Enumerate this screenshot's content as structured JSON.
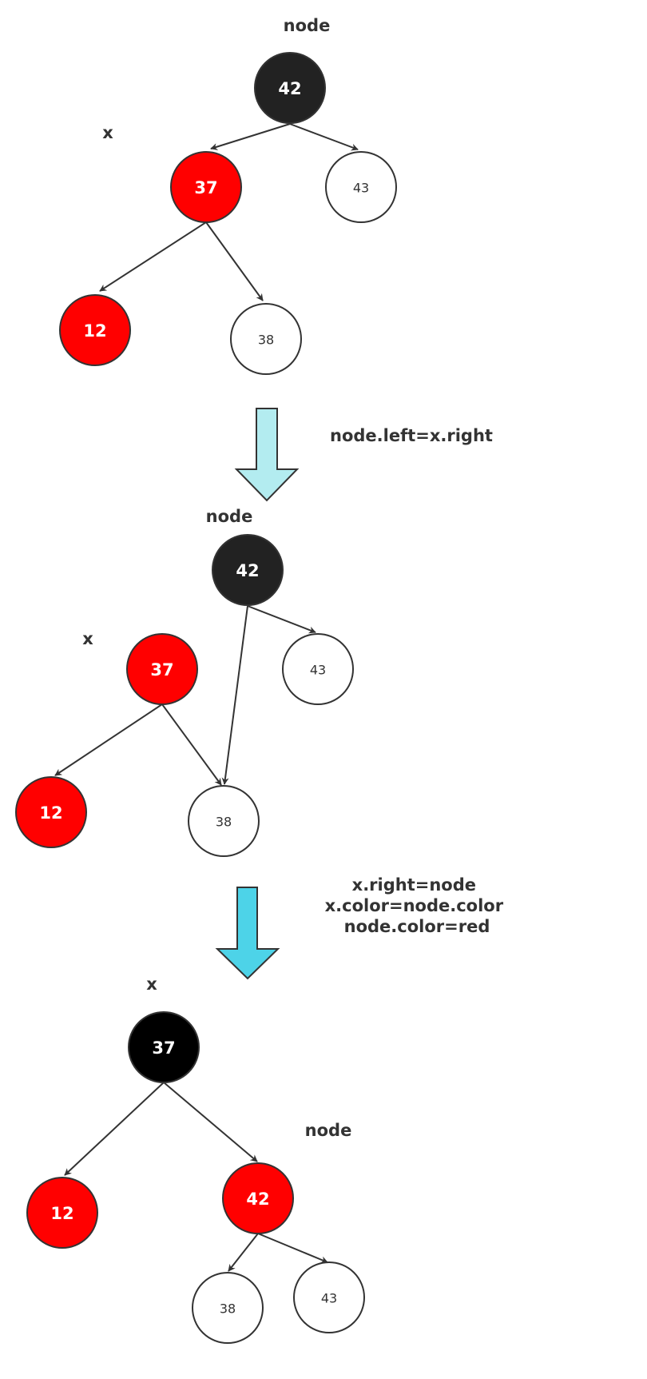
{
  "colors": {
    "black_node": "#222222",
    "black_node_final": "#000000",
    "red_node": "#ff0000",
    "white_node": "#ffffff",
    "stroke": "#333333",
    "edge": "#333333",
    "arrow1_fill": "#b3ecf0",
    "arrow2_fill": "#4dd3e8",
    "label_text": "#333333"
  },
  "stage1": {
    "labels": {
      "node": "node",
      "x": "x"
    },
    "nodes": [
      {
        "id": "s1-42",
        "value": "42",
        "color": "black"
      },
      {
        "id": "s1-37",
        "value": "37",
        "color": "red"
      },
      {
        "id": "s1-43",
        "value": "43",
        "color": "white"
      },
      {
        "id": "s1-12",
        "value": "12",
        "color": "red"
      },
      {
        "id": "s1-38",
        "value": "38",
        "color": "white"
      }
    ]
  },
  "step1": {
    "caption_lines": [
      "node.left=x.right"
    ]
  },
  "stage2": {
    "labels": {
      "node": "node",
      "x": "x"
    },
    "nodes": [
      {
        "id": "s2-42",
        "value": "42",
        "color": "black"
      },
      {
        "id": "s2-37",
        "value": "37",
        "color": "red"
      },
      {
        "id": "s2-43",
        "value": "43",
        "color": "white"
      },
      {
        "id": "s2-12",
        "value": "12",
        "color": "red"
      },
      {
        "id": "s2-38",
        "value": "38",
        "color": "white"
      }
    ]
  },
  "step2": {
    "caption_lines": [
      "x.right=node",
      "x.color=node.color",
      "node.color=red"
    ]
  },
  "stage3": {
    "labels": {
      "node": "node",
      "x": "x"
    },
    "nodes": [
      {
        "id": "s3-37",
        "value": "37",
        "color": "black"
      },
      {
        "id": "s3-12",
        "value": "12",
        "color": "red"
      },
      {
        "id": "s3-42",
        "value": "42",
        "color": "red"
      },
      {
        "id": "s3-38",
        "value": "38",
        "color": "white"
      },
      {
        "id": "s3-43",
        "value": "43",
        "color": "white"
      }
    ]
  }
}
